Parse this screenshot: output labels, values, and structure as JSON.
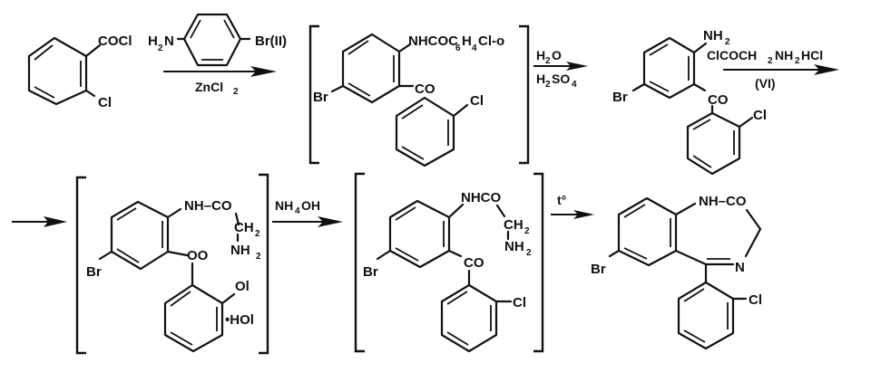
{
  "title": "Synthesis scheme of 7-bromo-5-(2-chlorophenyl)-1,3-dihydro-2H-1,4-benzodiazepin-2-one",
  "compounds": {
    "c1": {
      "label": "2-chlorobenzoyl chloride",
      "sub1": "COCl",
      "sub2": "Cl"
    },
    "c2": {
      "label": "4-bromoaniline",
      "amine": "H",
      "amine_sub": "2",
      "amine_n": "N",
      "br": "Br(II)"
    },
    "c3": {
      "label": "N-acylated aminobenzophenone intermediate",
      "nh": "NHCOC",
      "nh_sub1": "6",
      "nh_mid": "H",
      "nh_sub2": "4",
      "nh_end": "Cl-o",
      "br": "Br",
      "co": "CO",
      "cl": "Cl"
    },
    "c4": {
      "label": "2-amino-5-bromo-2'-chlorobenzophenone",
      "nh2": "NH",
      "nh2_sub": "2",
      "br": "Br",
      "co": "CO",
      "cl": "Cl"
    },
    "c5": {
      "label": "glycylamide hydrochloride intermediate",
      "nhco": "NH–CO",
      "ch2": "CH",
      "ch2_sub": "2",
      "nh2": "NH",
      "nh2_sub": "2",
      "br": "Br",
      "co": "OO",
      "cl": "Ol",
      "hcl": "•HOl"
    },
    "c6": {
      "label": "glycylamide free base intermediate",
      "nhco": "NHCO",
      "ch2": "CH",
      "ch2_sub": "2",
      "nh2": "NH",
      "nh2_sub": "2",
      "br": "Br",
      "co": "CO",
      "cl": "Cl"
    },
    "c7": {
      "label": "benzodiazepinone product",
      "nhco": "NH–CO",
      "n": "N",
      "br": "Br",
      "cl": "Cl"
    }
  },
  "arrows": [
    {
      "id": "step1",
      "above": "",
      "below_main": "ZnCl",
      "below_sub": "2"
    },
    {
      "id": "step2",
      "above_main": "H",
      "above_sub": "2",
      "above_end": "O",
      "below_main": "H",
      "below_sub": "2",
      "below_end": "SO",
      "below_sub2": "4"
    },
    {
      "id": "step3",
      "above_a": "ClCOCH",
      "above_sub1": "2",
      "above_b": "NH",
      "above_sub2": "2",
      "above_c": "HCl",
      "below": "(VI)"
    },
    {
      "id": "step3b",
      "above": "",
      "below": ""
    },
    {
      "id": "step4",
      "above_a": "NH",
      "above_sub": "4",
      "above_b": "OH"
    },
    {
      "id": "step5",
      "above": "t°"
    }
  ]
}
